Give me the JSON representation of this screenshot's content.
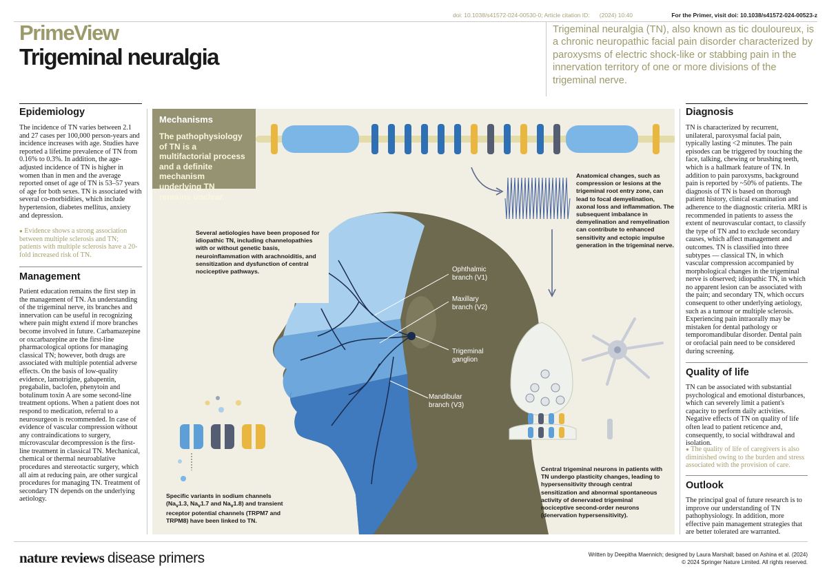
{
  "header": {
    "doi_article": "doi: 10.1038/s41572-024-00530-0; Article citation ID:",
    "year_page": "(2024) 10:40",
    "doi_primer": "For the Primer, visit doi: 10.1038/s41572-024-00523-z",
    "series_title": "PrimeView",
    "title": "Trigeminal neuralgia",
    "intro": "Trigeminal neuralgia (TN), also known as tic douloureux, is a chronic neuropathic facial pain disorder characterized by paroxysms of electric shock-like or stabbing pain in the innervation territory of one or more divisions of the trigeminal nerve."
  },
  "epidemiology": {
    "heading": "Epidemiology",
    "body": "The incidence of TN varies between 2.1 and 27 cases per 100,000 person-years and incidence increases with age. Studies have reported a lifetime prevalence of TN from 0.16% to 0.3%. In addition, the age-adjusted incidence of TN is higher in women than in men and the average reported onset of age of TN is 53–57 years of age for both sexes. TN is associated with several co-morbidities, which include hypertension, diabetes mellitus, anxiety and depression.",
    "note": "Evidence shows a strong association between multiple sclerosis and TN; patients with multiple sclerosis have a 20-fold increased risk of TN."
  },
  "management": {
    "heading": "Management",
    "body": "Patient education remains the first step in the management of TN. An understanding of the trigeminal nerve, its branches and innervation can be useful in recognizing where pain might extend if more branches become involved in future. Carbamazepine or oxcarbazepine are the first-line pharmacological options for managing classical TN; however, both drugs are associated with multiple potential adverse effects. On the basis of low-quality evidence, lamotrigine, gabapentin, pregabalin, baclofen, phenytoin and botulinum toxin A are some second-line treatment options. When a patient does not respond to medication, referral to a neurosurgeon is recommended. In case of evidence of vascular compression without any contraindications to surgery, microvascular decompression is the first-line treatment in classical TN. Mechanical, chemical or thermal neuroablative procedures and stereotactic surgery, which all aim at reducing pain, are other surgical procedures for managing TN. Treatment of secondary TN depends on the underlying aetiology."
  },
  "mechanisms": {
    "heading": "Mechanisms",
    "summary": "The pathophysiology of TN is a multifactorial process and a definite mechanism underlying TN remains unclear.",
    "aetiologies": "Several aetiologies have been proposed for idiopathic TN, including channelopathies with or without genetic basis, neuroinflammation with arachnoiditis, and sensitization and dysfunction of central nociceptive pathways.",
    "anatomical": "Anatomical changes, such as compression or lesions at the trigeminal root entry zone, can lead to focal demyelination, axonal loss and inflammation. The subsequent imbalance in demyelination and remyelination can contribute to enhanced sensitivity and ectopic impulse generation in the trigeminal nerve.",
    "channels_pre": "Specific variants in sodium channels (Na",
    "channels_s1": "v",
    "channels_m1": "1.3, Na",
    "channels_s2": "v",
    "channels_m2": "1.7 and Na",
    "channels_s3": "v",
    "channels_post": "1.8) and transient receptor potential channels (TRPM7 and TRPM8) have been linked to TN.",
    "central": "Central trigeminal neurons in patients with TN undergo plasticity changes, leading to hypersensitivity through central sensitization and abnormal spontaneous activity of denervated trigeminal nociceptive second-order neurons (denervation hypersensitivity).",
    "labels": {
      "v1_a": "Ophthalmic",
      "v1_b": "branch (V1)",
      "v2_a": "Maxillary",
      "v2_b": "branch (V2)",
      "gang_a": "Trigeminal",
      "gang_b": "ganglion",
      "v3_a": "Mandibular",
      "v3_b": "branch (V3)"
    }
  },
  "diagnosis": {
    "heading": "Diagnosis",
    "body": "TN is characterized by recurrent, unilateral, paroxysmal facial pain, typically lasting <2 minutes. The pain episodes can be triggered by touching the face, talking, chewing or brushing teeth, which is a hallmark feature of TN. In addition to pain paroxysms, background pain is reported by ~50% of patients. The diagnosis of TN is based on thorough patient history, clinical examination and adherence to the diagnostic criteria. MRI is recommended in patients to assess the extent of neurovascular contact, to classify the type of TN and to exclude secondary causes, which affect management and outcomes. TN is classified into three subtypes — classical TN, in which vascular compression accompanied by morphological changes in the trigeminal nerve is observed; idiopathic TN, in which no apparent lesion can be associated with the pain; and secondary TN, which occurs consequent to other underlying aetiology, such as a tumour or multiple sclerosis. Experiencing pain intraorally may be mistaken for dental pathology or temporomandibular disorder. Dental pain or orofacial pain need to be considered during screening."
  },
  "quality_of_life": {
    "heading": "Quality of life",
    "body": "TN can be associated with substantial psychological and emotional disturbances, which can severely limit a patient's capacity to perform daily activities. Negative effects of TN on quality of life often lead to patient reticence and, consequently, to social withdrawal and isolation.",
    "note": "The quality of life of caregivers is also diminished owing to the burden and stress associated with the provision of care."
  },
  "outlook": {
    "heading": "Outlook",
    "body": "The principal goal of future research is to improve our understanding of TN pathophysiology. In addition, more effective pain management strategies that are better tolerated are warranted."
  },
  "footer": {
    "brand_bold": "nature reviews",
    "brand_light": "disease primers",
    "credit": "Written by Deepitha Maennich; designed by Laura Marshall; based on Ashina et al. (2024)",
    "copyright": "© 2024 Springer Nature Limited. All rights reserved."
  },
  "colors": {
    "olive": "#9c9a6b",
    "panel": "#f1efe4",
    "head_dark": "#6d6a4f",
    "face_light": "#a9cfee",
    "face_mid": "#6da7dc",
    "face_deep": "#3f79be",
    "nerve": "#1a2c4e"
  }
}
